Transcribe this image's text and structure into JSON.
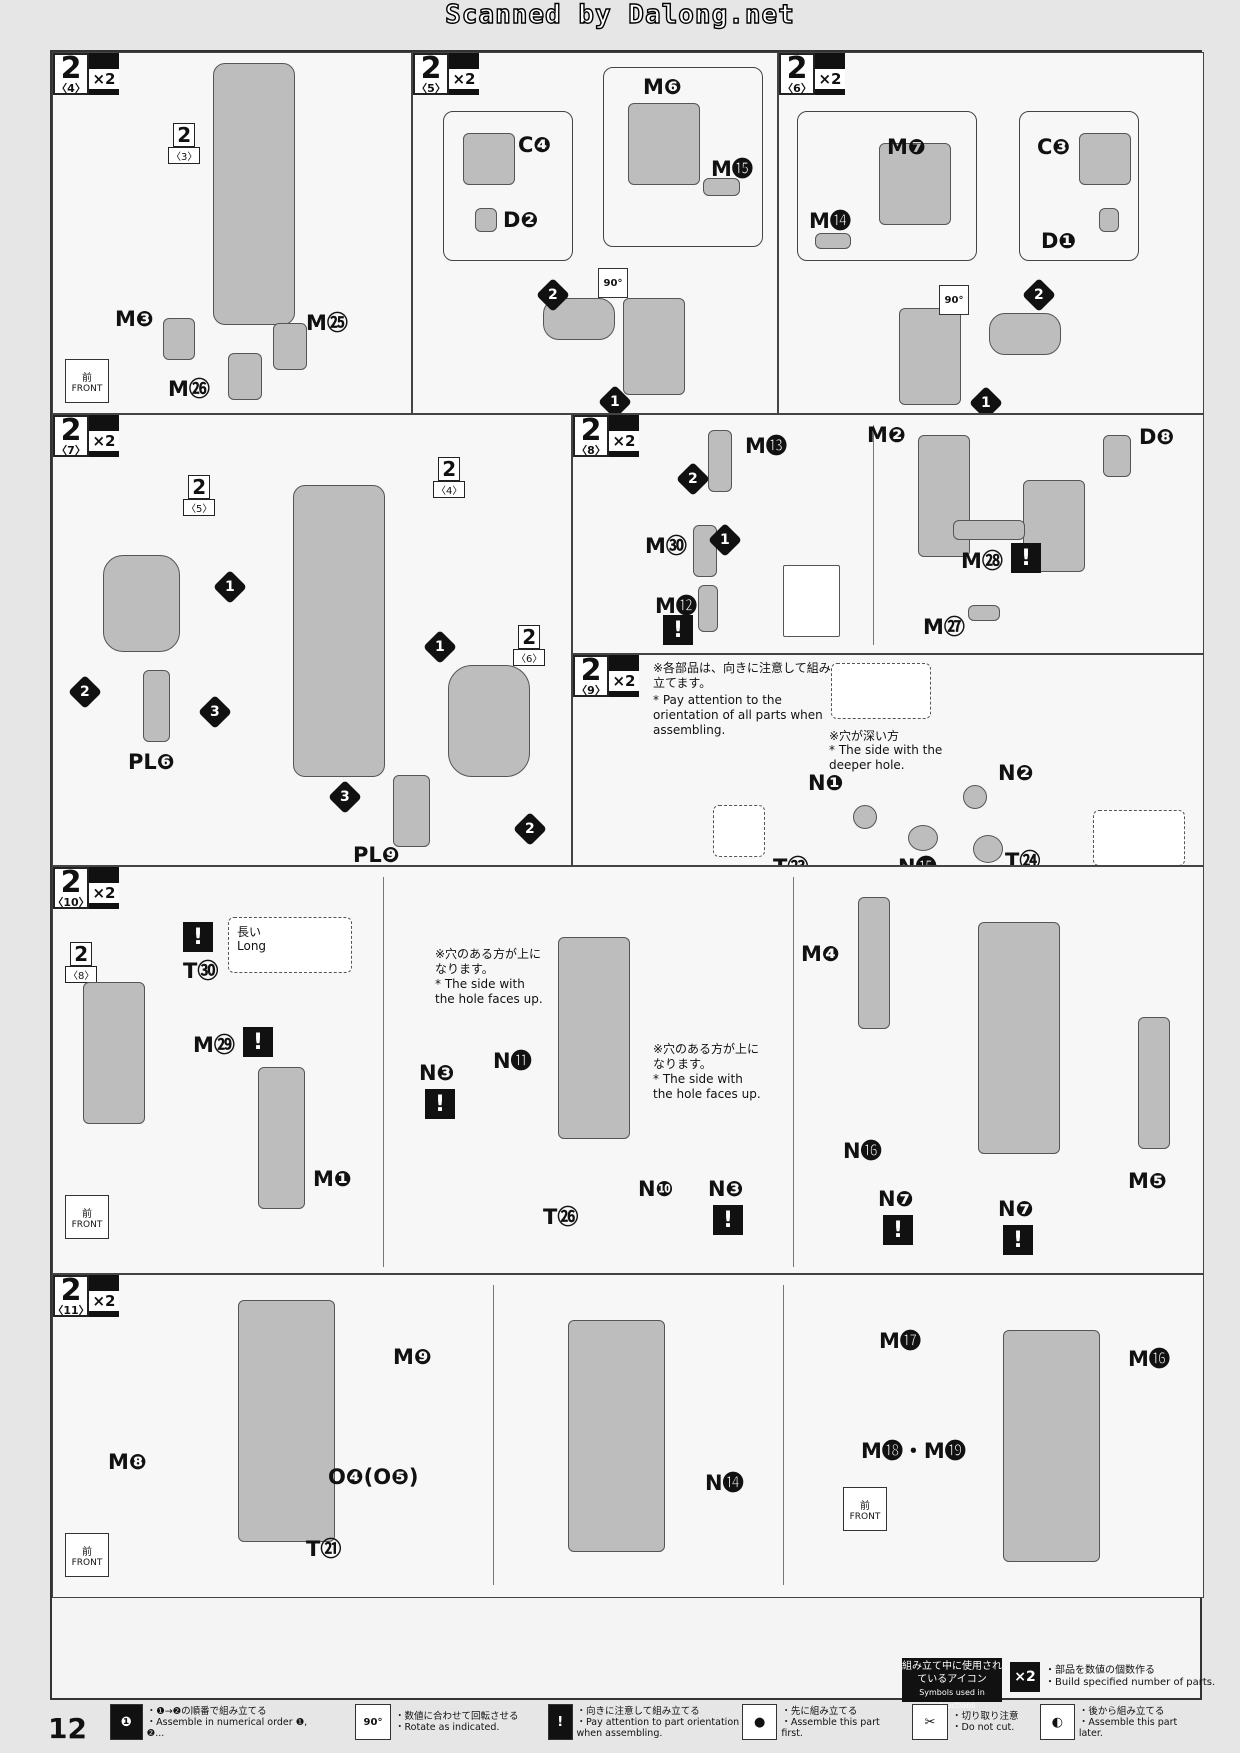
{
  "scan_title": "Scanned by Dalong.net",
  "page_number": "12",
  "front_label": {
    "jp": "前",
    "en": "FRONT"
  },
  "panels": {
    "p4": {
      "step": "2",
      "sub": "〈4〉",
      "mult": "×2",
      "ref": {
        "num": "2",
        "sub": "〈3〉"
      },
      "labels": [
        "M❸",
        "M㉕",
        "M㉖"
      ]
    },
    "p5": {
      "step": "2",
      "sub": "〈5〉",
      "mult": "×2",
      "labels": [
        "C❹",
        "D❷",
        "M❻",
        "M⓯"
      ],
      "rotate": "90°"
    },
    "p6": {
      "step": "2",
      "sub": "〈6〉",
      "mult": "×2",
      "labels": [
        "M❼",
        "C❸",
        "M⓮",
        "D❶"
      ],
      "rotate": "90°"
    },
    "p7": {
      "step": "2",
      "sub": "〈7〉",
      "mult": "×2",
      "refs": [
        {
          "num": "2",
          "sub": "〈5〉"
        },
        {
          "num": "2",
          "sub": "〈4〉"
        },
        {
          "num": "2",
          "sub": "〈6〉"
        }
      ],
      "labels": [
        "PL❻",
        "PL❾"
      ]
    },
    "p8": {
      "step": "2",
      "sub": "〈8〉",
      "mult": "×2",
      "labels": [
        "M⓭",
        "M㉚",
        "M⓬",
        "M❷",
        "D❽",
        "M㉘",
        "M㉗"
      ]
    },
    "p9": {
      "step": "2",
      "sub": "〈9〉",
      "mult": "×2",
      "note_jp": "※各部品は、向きに注意して組み立てます。",
      "note_en": "* Pay attention to the orientation of all parts when assembling.",
      "deep_jp": "※穴が深い方",
      "deep_en": "* The side with the deeper hole.",
      "labels": [
        "N❶",
        "N❷",
        "T㉓",
        "N⓯",
        "T㉔"
      ]
    },
    "p10": {
      "step": "2",
      "sub": "〈10〉",
      "mult": "×2",
      "ref": {
        "num": "2",
        "sub": "〈8〉"
      },
      "long_jp": "長い",
      "long_en": "Long",
      "hole_jp": "※穴のある方が上になります。",
      "hole_en": "* The side with the hole faces up.",
      "labels": [
        "T㉚",
        "M㉙",
        "M❶",
        "N❸",
        "N⓫",
        "T㉖",
        "N❿",
        "N❸",
        "M❹",
        "N⓰",
        "N❼",
        "N❼",
        "M❺"
      ]
    },
    "p11": {
      "step": "2",
      "sub": "〈11〉",
      "mult": "×2",
      "labels": [
        "M❾",
        "M❽",
        "O❹(O❺)",
        "T㉑",
        "N⓮",
        "M⓱",
        "M⓰",
        "M⓲・M⓳"
      ]
    }
  },
  "icons_used": {
    "jp": "組み立て中に使用されているアイコン",
    "en": "Symbols used in instructions"
  },
  "x2_legend": {
    "icon": "×2",
    "jp": "・部品を数値の個数作る",
    "en": "・Build specified number of parts."
  },
  "legend": [
    {
      "icon": "❶",
      "jp": "・❶→❷の順番で組み立てる",
      "en": "・Assemble in numerical order ❶, ❷..."
    },
    {
      "icon": "90°",
      "jp": "・数値に合わせて回転させる",
      "en": "・Rotate as indicated."
    },
    {
      "icon": "!",
      "jp": "・向きに注意して組み立てる",
      "en": "・Pay attention to part orientation when assembling."
    },
    {
      "icon": "●",
      "jp": "・先に組み立てる",
      "en": "・Assemble this part first."
    },
    {
      "icon": "✂",
      "jp": "・切り取り注意",
      "en": "・Do not cut."
    },
    {
      "icon": "◐",
      "jp": "・後から組み立てる",
      "en": "・Assemble this part later."
    }
  ]
}
